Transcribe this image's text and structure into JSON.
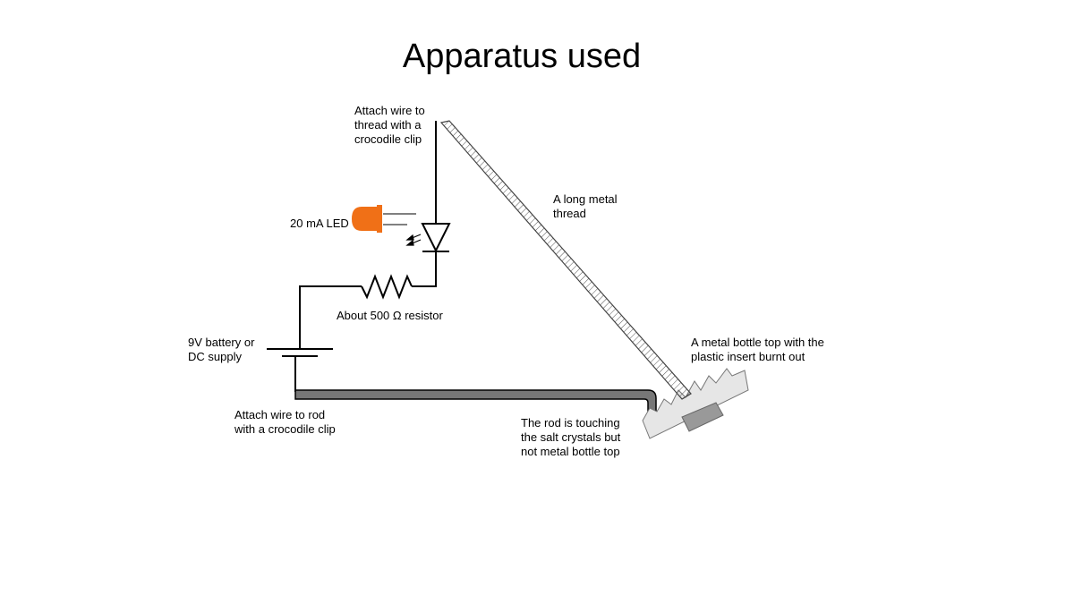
{
  "title": "Apparatus used",
  "labels": {
    "thread_clip": "Attach wire to\nthread with a\ncrocodile clip",
    "led": "20 mA LED",
    "long_thread": "A long metal\nthread",
    "resistor": "About 500 Ω resistor",
    "battery": "9V battery or\nDC supply",
    "rod_clip": "Attach wire to rod\nwith a crocodile clip",
    "rod_touching": "The rod is touching\nthe salt crystals but\nnot metal bottle top",
    "bottle_top": "A metal bottle top with the\nplastic insert burnt out"
  },
  "colors": {
    "led_body": "#F07017",
    "rod_fill": "#777777",
    "thread_fill": "#BBBBBB",
    "bottle_top_fill": "#E6E6E6",
    "bottle_insert_fill": "#999999",
    "wire": "#000000"
  }
}
